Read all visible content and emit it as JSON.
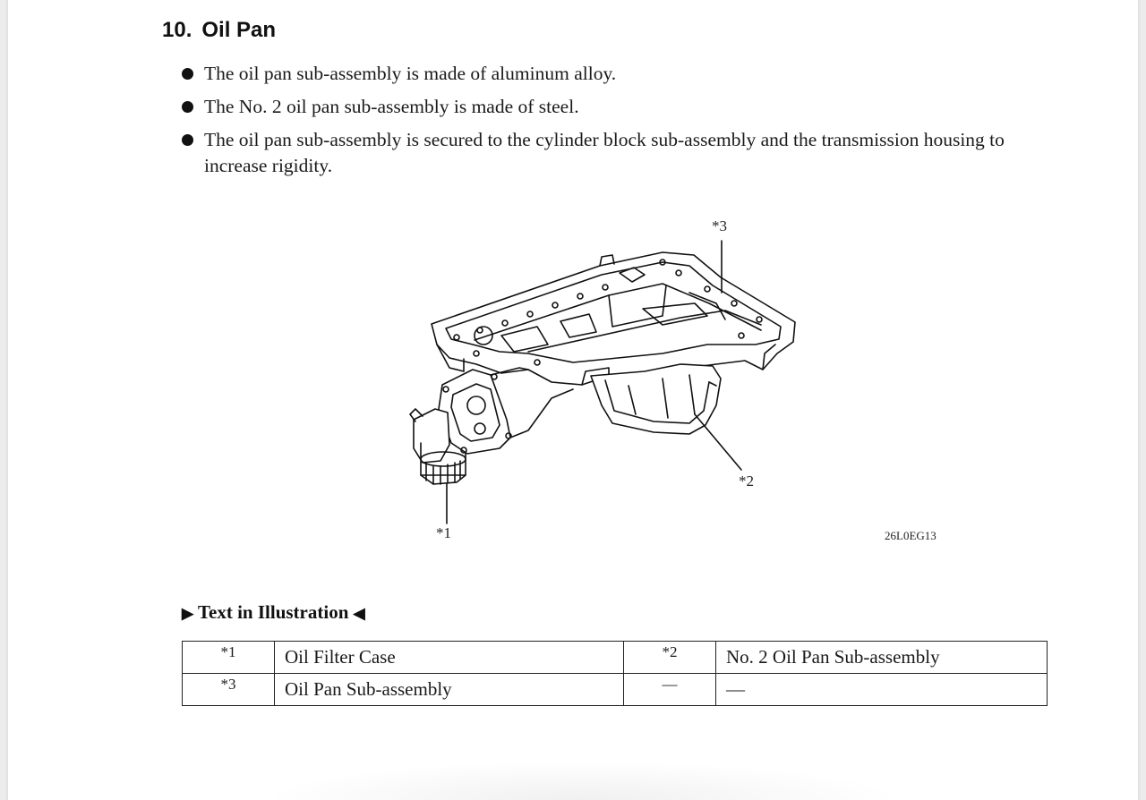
{
  "section": {
    "number": "10.",
    "title": "Oil Pan"
  },
  "bullets": [
    "The oil pan sub-assembly is made of aluminum alloy.",
    "The No. 2 oil pan sub-assembly is made of steel.",
    "The oil pan sub-assembly is secured to the cylinder block sub-assembly and the transmission housing to increase rigidity."
  ],
  "figure": {
    "callouts": [
      "*1",
      "*2",
      "*3"
    ],
    "code": "26L0EG13"
  },
  "text_in_illustration": {
    "heading": "Text in Illustration",
    "rows": [
      {
        "code_a": "*1",
        "desc_a": "Oil Filter Case",
        "code_b": "*2",
        "desc_b": "No. 2 Oil Pan Sub-assembly"
      },
      {
        "code_a": "*3",
        "desc_a": "Oil Pan Sub-assembly",
        "code_b": "—",
        "desc_b": "—"
      }
    ]
  }
}
